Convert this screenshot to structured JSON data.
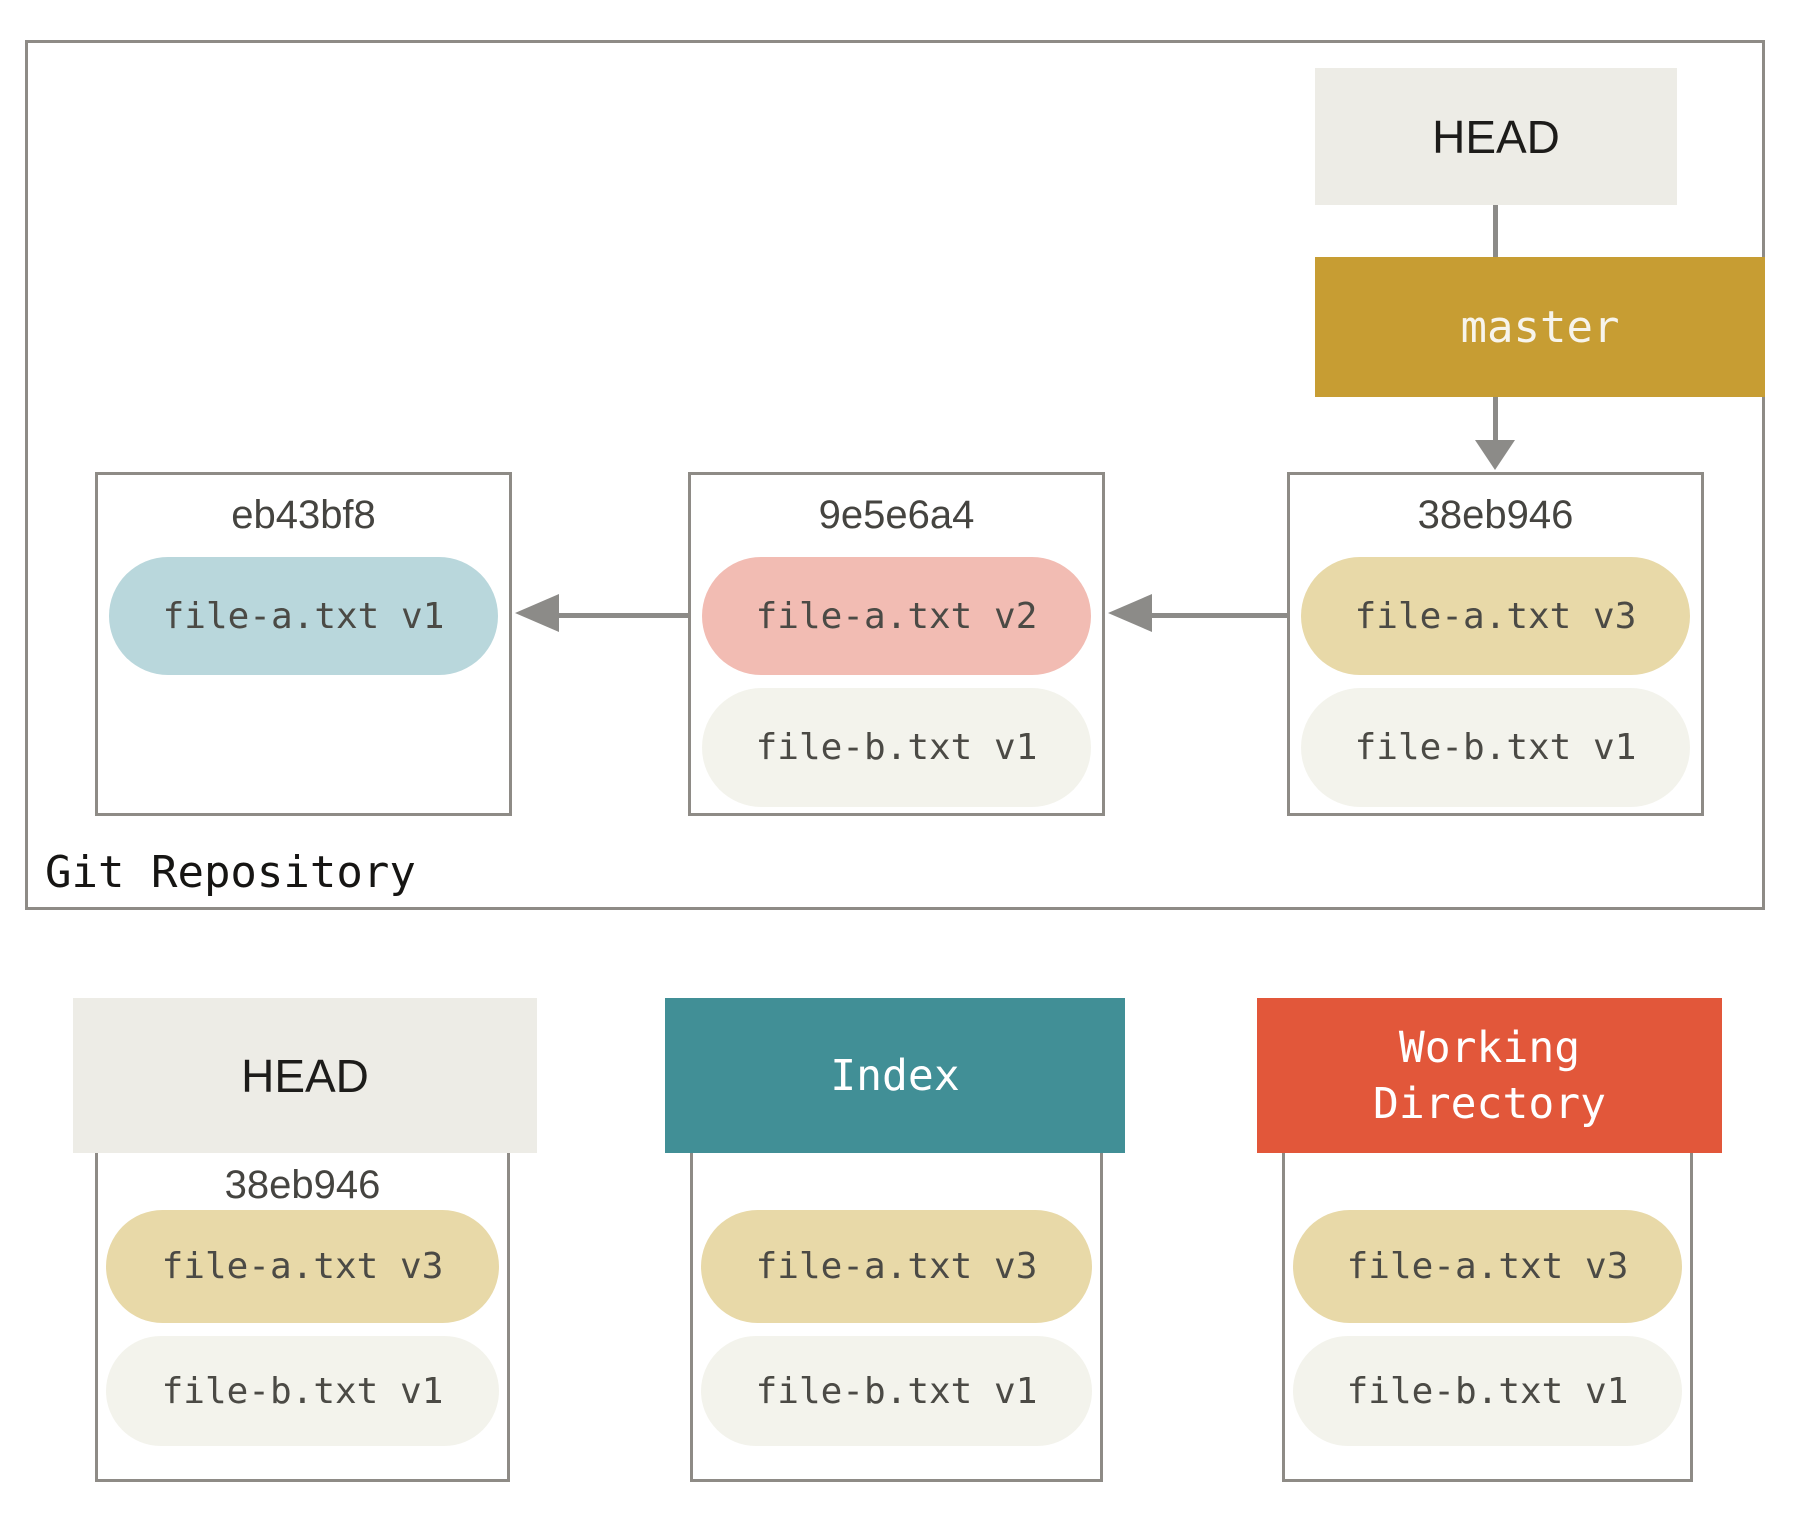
{
  "repo": {
    "label": "Git Repository",
    "head": {
      "label": "HEAD"
    },
    "branch": {
      "label": "master"
    },
    "commits": [
      {
        "hash": "eb43bf8",
        "files": [
          "file-a.txt v1"
        ]
      },
      {
        "hash": "9e5e6a4",
        "files": [
          "file-a.txt v2",
          "file-b.txt v1"
        ]
      },
      {
        "hash": "38eb946",
        "files": [
          "file-a.txt v3",
          "file-b.txt v1"
        ]
      }
    ]
  },
  "trees": [
    {
      "title": "HEAD",
      "hash": "38eb946",
      "files": [
        "file-a.txt v3",
        "file-b.txt v1"
      ]
    },
    {
      "title": "Index",
      "files": [
        "file-a.txt v3",
        "file-b.txt v1"
      ]
    },
    {
      "title": "Working Directory",
      "files": [
        "file-a.txt v3",
        "file-b.txt v1"
      ]
    }
  ],
  "colors": {
    "border_gray": "#8e8b86",
    "arrow_gray": "#8c8b88",
    "head_header_bg": "#edece6",
    "branch_master_bg": "#c79d33",
    "index_header_bg": "#418f96",
    "working_directory_header_bg": "#e2573a",
    "pill_file_a_v1": "#b9d7dc",
    "pill_file_a_v2": "#f2bcb3",
    "pill_file_a_v3": "#e8d9a8",
    "pill_file_b_v1": "#f3f3ec",
    "pill_text": "#4b4a45",
    "hash_text": "#454440"
  }
}
